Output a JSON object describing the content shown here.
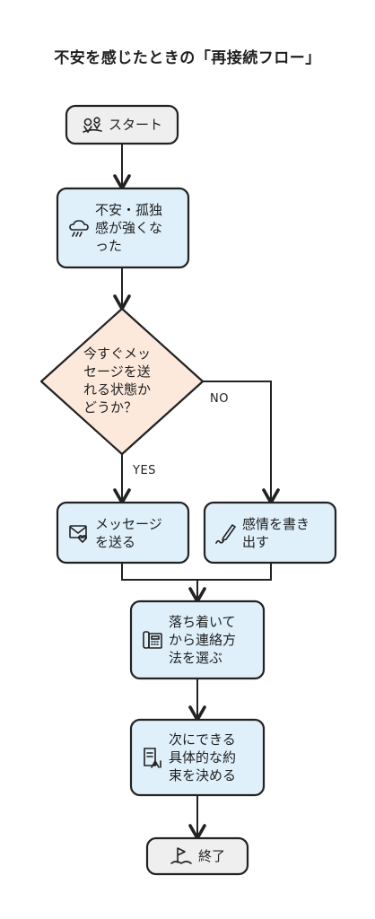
{
  "title": "不安を感じたときの「再接続フロー」",
  "nodes": {
    "start": "スタート",
    "feel_lonely": "不安・孤独\n感が強くな\nった",
    "decision": "今すぐメッ\nセージを送\nれる状態か\nどうか？",
    "send_message": "メッセージ\nを送る",
    "write_feelings": "感情を書き\n出す",
    "choose_contact": "落ち着いて\nから連絡方\n法を選ぶ",
    "next_steps": "次にできる\n具体的な約\n束を決める",
    "end": "終了"
  },
  "edges": {
    "yes_label": "YES",
    "no_label": "NO"
  },
  "colors": {
    "process_fill": "#dff0fb",
    "decision_fill": "#fde9dc",
    "terminal_fill": "#efefef",
    "stroke": "#222222"
  },
  "icons": {
    "start": "map-pins-icon",
    "feel_lonely": "rain-cloud-icon",
    "send_message": "envelope-heart-icon",
    "write_feelings": "pen-icon",
    "choose_contact": "phone-icon",
    "next_steps": "document-icon",
    "end": "flag-icon"
  }
}
